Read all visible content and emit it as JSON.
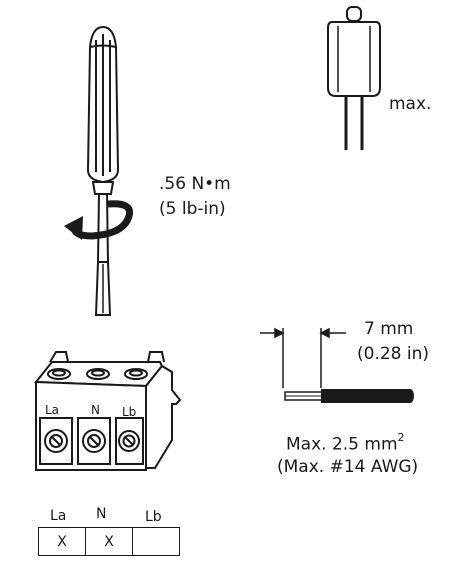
{
  "torque": {
    "line1": ".56 N•m",
    "line2": "(5 lb-in)"
  },
  "strip_length": {
    "line1": "7 mm",
    "line2": "(0.28 in)"
  },
  "wire_size": {
    "line1_prefix": "Max.  2.5 mm",
    "line1_sup": "2",
    "line2": "(Max.  #14 AWG)"
  },
  "lamp_label": "max.",
  "connector_labels": [
    "La",
    "N",
    "Lb"
  ],
  "table": {
    "headers": [
      "La",
      "N",
      "Lb"
    ],
    "cells": [
      "X",
      "X",
      ""
    ]
  },
  "icons": [
    "screwdriver-icon",
    "rotation-arrow-icon",
    "lamp-icon",
    "terminal-block-icon",
    "stripped-wire-icon"
  ]
}
